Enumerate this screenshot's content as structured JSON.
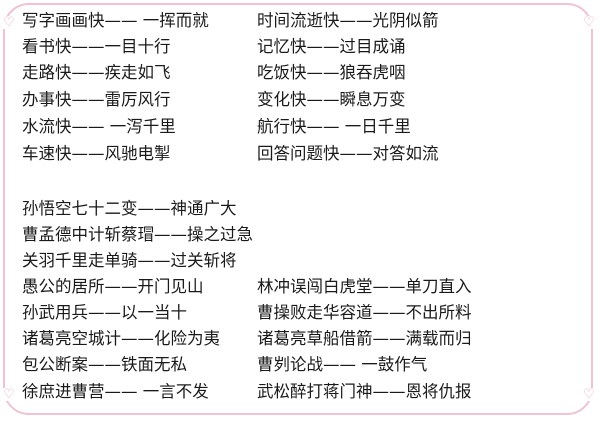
{
  "section1": [
    [
      "写字画画快—— 一挥而就",
      "时间流逝快——光阴似箭"
    ],
    [
      "看书快——一目十行",
      "记忆快——过目成诵"
    ],
    [
      "走路快——疾走如飞",
      "吃饭快——狼吞虎咽"
    ],
    [
      "办事快——雷厉风行",
      "变化快——瞬息万变"
    ],
    [
      "水流快—— 一泻千里",
      "航行快—— 一日千里"
    ],
    [
      "车速快——风驰电掣",
      "回答问题快——对答如流"
    ]
  ],
  "section2": [
    [
      "孙悟空七十二变——神通广大",
      ""
    ],
    [
      "曹孟德中计斩蔡瑁——操之过急",
      ""
    ],
    [
      "关羽千里走单骑——过关斩将",
      ""
    ],
    [
      "愚公的居所——开门见山",
      "林冲误闯白虎堂——单刀直入"
    ],
    [
      "孙武用兵——以一当十",
      "曹操败走华容道——不出所料"
    ],
    [
      "诸葛亮空城计——化险为夷",
      "诸葛亮草船借箭——满载而归"
    ],
    [
      "包公断案——铁面无私",
      "曹刿论战—— 一鼓作气"
    ],
    [
      "徐庶进曹营—— 一言不发",
      "武松醉打蒋门神——恩将仇报"
    ]
  ],
  "decor": {
    "border_color": "#f3c2d2",
    "heart_color": "#f0a3bd",
    "heart_glyph": "♡"
  }
}
